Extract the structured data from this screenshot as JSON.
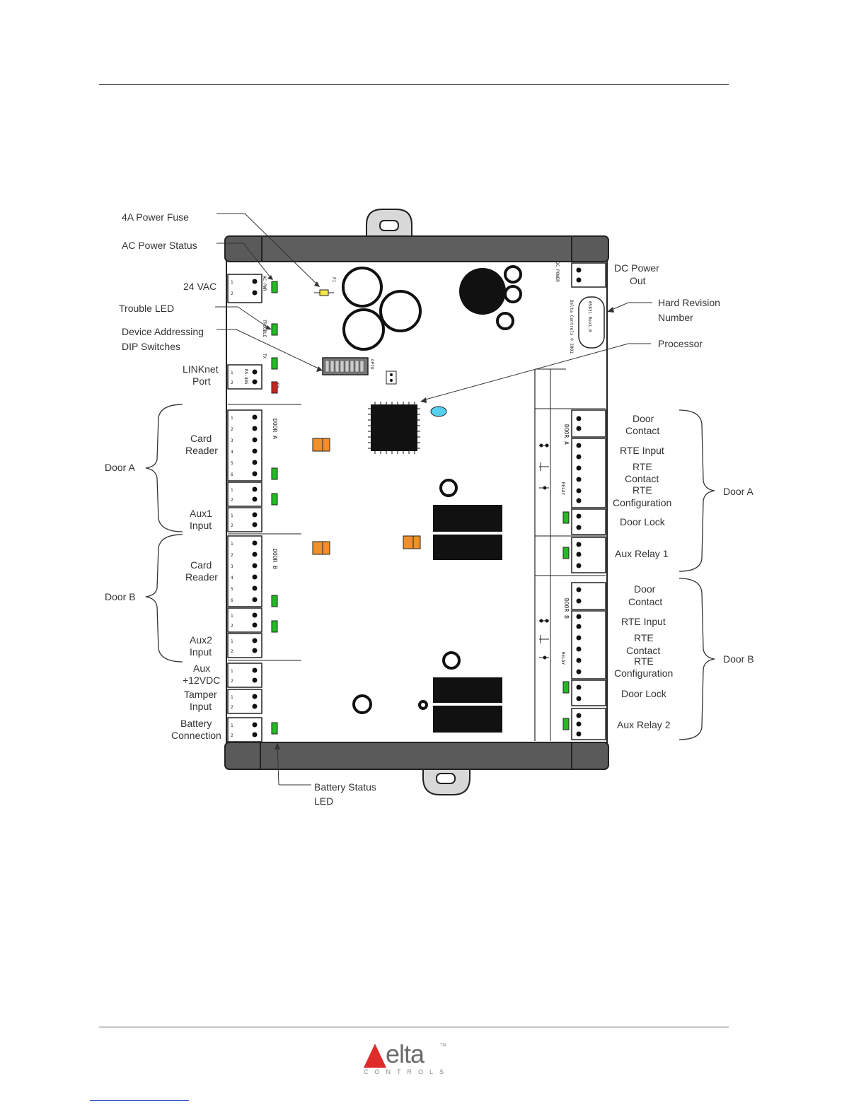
{
  "callouts": {
    "fuse": "4A Power Fuse",
    "ac_status": "AC Power Status",
    "vac24": "24 VAC",
    "trouble_led": "Trouble LED",
    "dip_1": "Device Addressing",
    "dip_2": "DIP Switches",
    "linknet_1": "LINKnet",
    "linknet_2": "Port",
    "card_reader_a_1": "Card",
    "card_reader_a_2": "Reader",
    "door_a_left": "Door A",
    "aux1_1": "Aux1",
    "aux1_2": "Input",
    "card_reader_b_1": "Card",
    "card_reader_b_2": "Reader",
    "door_b_left": "Door B",
    "aux2_1": "Aux2",
    "aux2_2": "Input",
    "aux12_1": "Aux",
    "aux12_2": "+12VDC",
    "tamper_1": "Tamper",
    "tamper_2": "Input",
    "battery_1": "Battery",
    "battery_2": "Connection",
    "battery_led_1": "Battery Status",
    "battery_led_2": "LED",
    "dc_power_1": "DC Power",
    "dc_power_2": "Out",
    "hard_rev_1": "Hard Revision",
    "hard_rev_2": "Number",
    "processor": "Processor",
    "door_contact_a_1": "Door",
    "door_contact_a_2": "Contact",
    "rte_input_a": "RTE Input",
    "rte_contact_a_1": "RTE",
    "rte_contact_a_2": "Contact",
    "rte_config_a_1": "RTE",
    "rte_config_a_2": "Configuration",
    "door_lock_a": "Door Lock",
    "aux_relay_1": "Aux Relay 1",
    "door_a_right": "Door A",
    "door_contact_b_1": "Door",
    "door_contact_b_2": "Contact",
    "rte_input_b": "RTE Input",
    "rte_contact_b_1": "RTE",
    "rte_contact_b_2": "Contact",
    "rte_config_b_1": "RTE",
    "rte_config_b_2": "Configuration",
    "door_lock_b": "Door Lock",
    "aux_relay_2": "Aux Relay 2",
    "door_b_right": "Door B"
  },
  "board": {
    "door_a": "DOOR A",
    "door_b": "DOOR B",
    "relay": "RELAY",
    "rs485": "RS-485",
    "rev": "0S831 Rev1.0",
    "copyright": "Delta Controls © 2001",
    "dc_power": "DC POWER",
    "fuse": "F1",
    "dip_label": "OPTO",
    "rx": "RX",
    "tx": "TX",
    "trouble": "TROUBLE",
    "ac_pwr": "AC PWR"
  },
  "logo": {
    "word": "elta",
    "sub": "CONTROLS",
    "tm": "TM"
  },
  "colors": {
    "led_green": "#22bb22",
    "led_red": "#cc2222",
    "fuse_yellow": "#f5e84a",
    "orange_part": "#f0902a",
    "cyan_part": "#55d0ee",
    "logo_red": "#e02b2b"
  }
}
